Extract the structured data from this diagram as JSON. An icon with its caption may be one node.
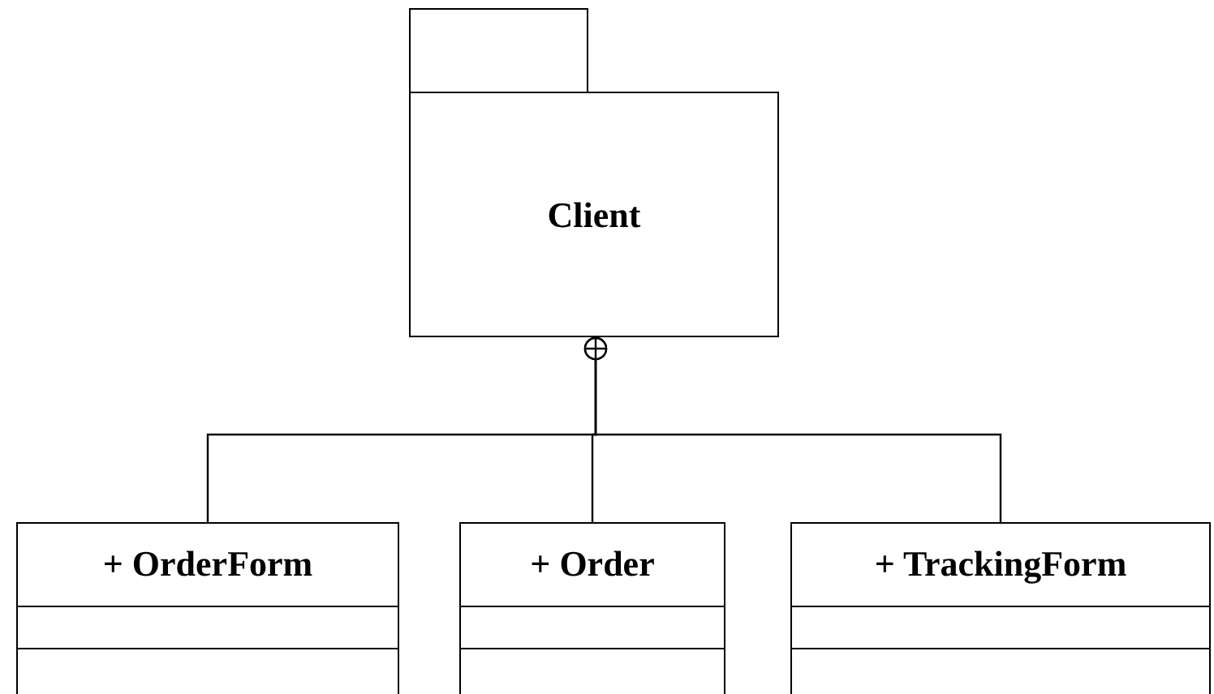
{
  "diagram": {
    "nodes": [
      {
        "text": [
          "Client"
        ]
      },
      {
        "text": [
          "+ OrderForm"
        ]
      },
      {
        "text": [
          "+ Order"
        ]
      },
      {
        "text": [
          "+ TrackingForm"
        ]
      }
    ],
    "edges": [
      {
        "from": 0,
        "to": 1,
        "arrow": "other"
      },
      {
        "from": 0,
        "to": 2,
        "arrow": "other"
      },
      {
        "from": 0,
        "to": 3,
        "arrow": "other"
      }
    ]
  }
}
